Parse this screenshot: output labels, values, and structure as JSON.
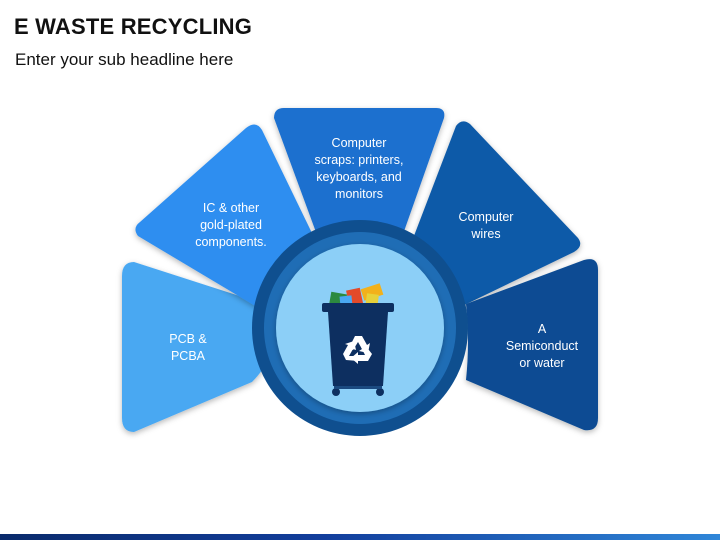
{
  "title": "E WASTE RECYCLING",
  "subtitle": "Enter your sub headline here",
  "segments": [
    {
      "lines": [
        "PCB &",
        "PCBA"
      ],
      "color": "#4aa8f2"
    },
    {
      "lines": [
        "IC & other",
        "gold-plated",
        "components."
      ],
      "color": "#2e8ef0"
    },
    {
      "lines": [
        "Computer",
        "scraps: printers,",
        "keyboards, and",
        "monitors"
      ],
      "color": "#1a6fcf"
    },
    {
      "lines": [
        "Computer",
        "wires"
      ],
      "color": "#0d5aa8"
    },
    {
      "lines": [
        "A",
        "Semiconduct",
        "or water"
      ],
      "color": "#0a4c93"
    }
  ],
  "center": {
    "icon": "recycle-bin-icon",
    "circle_color": "#8ccff7",
    "bin_color": "#0d2f60"
  }
}
